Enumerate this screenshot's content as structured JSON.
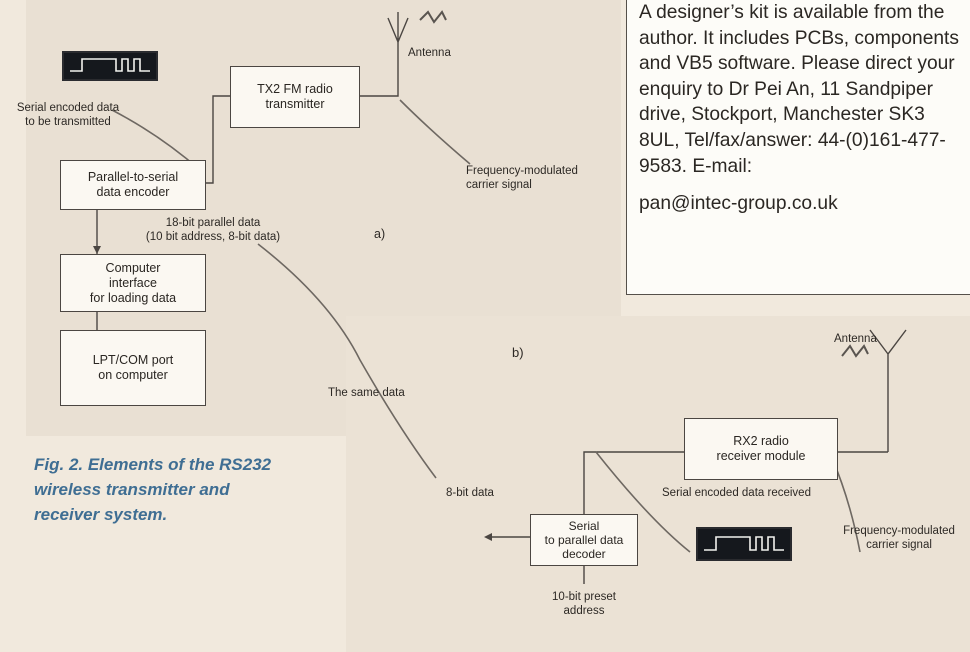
{
  "info_box": {
    "body": "A designer’s kit is available from the author. It includes PCBs, components and VB5 software. Please direct your enquiry to Dr Pei An, 11 Sandpiper drive, Stockport, Manchester SK3 8UL, Tel/fax/answer: 44-(0)161-477-9583. E-mail:",
    "email": "pan@intec-group.co.uk"
  },
  "caption": "Fig. 2. Elements of the RS232 wireless transmitter and receiver system.",
  "panel_a": {
    "tag": "a)",
    "boxes": {
      "transmitter": "TX2 FM radio\ntransmitter",
      "encoder": "Parallel-to-serial\ndata encoder",
      "interface": "Computer\ninterface\nfor loading data",
      "port": "LPT/COM port\non computer"
    },
    "labels": {
      "antenna": "Antenna",
      "serial_data": "Serial encoded data\nto be transmitted",
      "carrier": "Frequency-modulated\ncarrier signal",
      "parallel": "18-bit parallel data\n(10 bit address, 8-bit data)"
    }
  },
  "panel_b": {
    "tag": "b)",
    "boxes": {
      "receiver": "RX2 radio\nreceiver module",
      "decoder": "Serial\nto parallel data\ndecoder"
    },
    "labels": {
      "antenna": "Antenna",
      "same_data": "The same data",
      "eight_bit": "8-bit data",
      "serial_received": "Serial encoded data received",
      "carrier": "Frequency-modulated\ncarrier signal",
      "preset": "10-bit preset\naddress"
    }
  }
}
